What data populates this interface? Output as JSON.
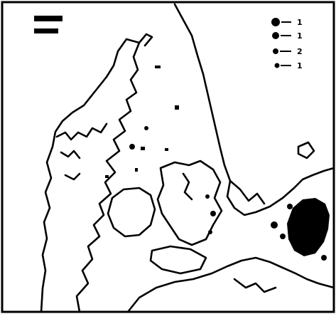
{
  "map": {
    "colors": {
      "ink": "#000000",
      "background": "#ffffff"
    },
    "legend": {
      "entries": [
        {
          "symbol": "large-dot",
          "label": "1"
        },
        {
          "symbol": "medium-dot",
          "label": "1"
        },
        {
          "symbol": "small-dot",
          "label": "2"
        },
        {
          "symbol": "tiny-dot",
          "label": "1"
        }
      ]
    },
    "title_block": {
      "line1": "",
      "line2": ""
    }
  }
}
